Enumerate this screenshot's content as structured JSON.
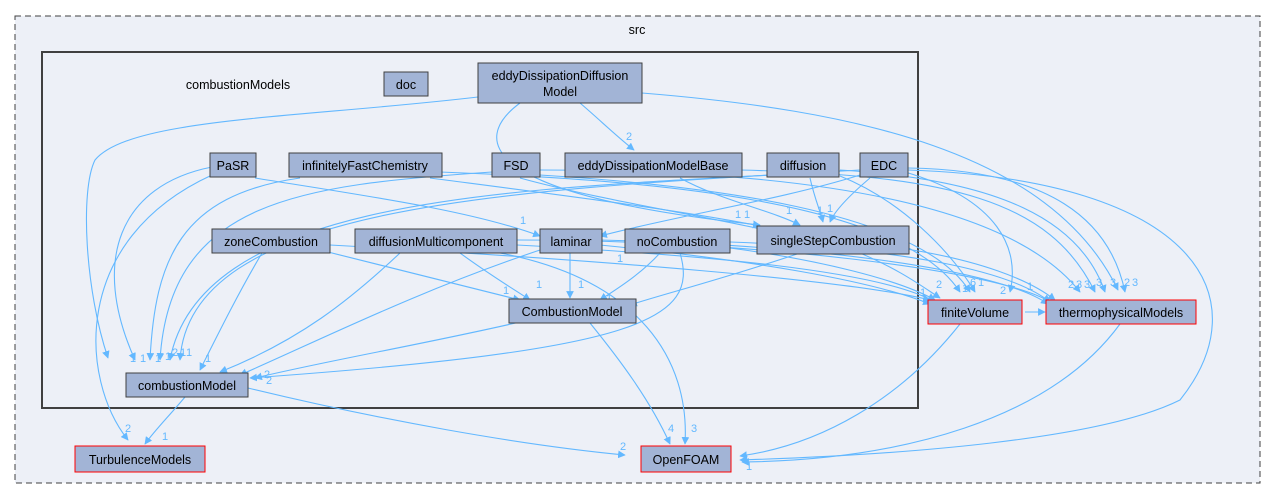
{
  "clusters": {
    "outer": {
      "label": "src"
    },
    "inner": {
      "label": "combustionModels"
    }
  },
  "nodes": {
    "doc": {
      "label": "doc"
    },
    "eddyDiss": {
      "label1": "eddyDissipationDiffusion",
      "label2": "Model"
    },
    "pasr": {
      "label": "PaSR"
    },
    "ifc": {
      "label": "infinitelyFastChemistry"
    },
    "fsd": {
      "label": "FSD"
    },
    "edmb": {
      "label": "eddyDissipationModelBase"
    },
    "diffusion": {
      "label": "diffusion"
    },
    "edc": {
      "label": "EDC"
    },
    "zone": {
      "label": "zoneCombustion"
    },
    "dmc": {
      "label": "diffusionMulticomponent"
    },
    "laminar": {
      "label": "laminar"
    },
    "noComb": {
      "label": "noCombustion"
    },
    "sss": {
      "label": "singleStepCombustion"
    },
    "CM": {
      "label": "CombustionModel"
    },
    "cm": {
      "label": "combustionModel"
    },
    "fv": {
      "label": "finiteVolume"
    },
    "thermo": {
      "label": "thermophysicalModels"
    },
    "turb": {
      "label": "TurbulenceModels"
    },
    "of": {
      "label": "OpenFOAM"
    }
  },
  "edge_labels": {
    "e_edmb": "2",
    "e_laminar1": "1",
    "e_laminar2": "1",
    "e_sss1": "1",
    "e_sss2": "1",
    "e_sss3": "1",
    "e_sss4": "1",
    "e_sss5": "1",
    "e_CM1": "1",
    "e_CM2": "1",
    "e_CM3": "1",
    "e_CM4": "1",
    "e_cm_l1": "1",
    "e_cm_l2": "1",
    "e_cm_l3": "1",
    "e_cm_l4": "1",
    "e_cm_l5": "2",
    "e_cm_l6": "1",
    "e_cm_l7": "1",
    "e_cm_r1": "1",
    "e_cm_r2": "2",
    "e_cm_r3": "2",
    "e_fv1": "2",
    "e_fv2": "1",
    "e_fv3": "1",
    "e_fv4": "2",
    "e_fv5": "6",
    "e_fv6": "1",
    "e_th1": "1",
    "e_th2": "2",
    "e_th3": "3",
    "e_th4": "3",
    "e_th5": "3",
    "e_th6": "3",
    "e_th7": "2",
    "e_th8": "3",
    "e_turb1": "2",
    "e_turb2": "1",
    "e_of1": "2",
    "e_of2": "4",
    "e_of3": "3",
    "e_of4": "2",
    "e_of5": "1"
  },
  "colors": {
    "cluster_bg": "#edf0f7",
    "node_fill": "#a2b4d6",
    "node_stroke": "#404040",
    "external_stroke": "#ff0000",
    "edge": "#63b8ff"
  }
}
